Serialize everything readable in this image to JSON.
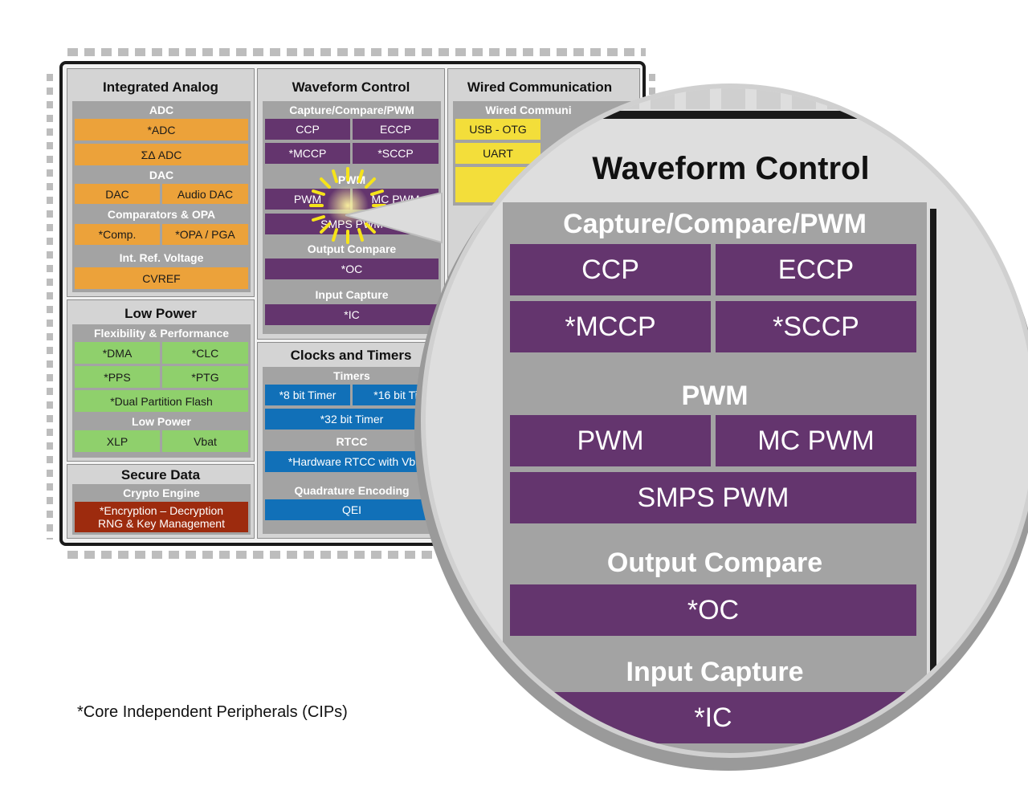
{
  "analog": {
    "title": "Integrated Analog",
    "adc_header": "ADC",
    "adc": "*ADC",
    "sigma_adc": "ΣΔ ADC",
    "dac_header": "DAC",
    "dac": "DAC",
    "audio_dac": "Audio DAC",
    "comp_header": "Comparators & OPA",
    "comp": "*Comp.",
    "opa": "*OPA / PGA",
    "ref_header": "Int. Ref. Voltage",
    "cvref": "CVREF"
  },
  "low_power": {
    "title": "Low Power",
    "flex_header": "Flexibility & Performance",
    "dma": "*DMA",
    "clc": "*CLC",
    "pps": "*PPS",
    "ptg": "*PTG",
    "dual_flash": "*Dual Partition Flash",
    "lp_header": "Low Power",
    "xlp": "XLP",
    "vbat": "Vbat"
  },
  "secure": {
    "title": "Secure Data",
    "crypto_header": "Crypto Engine",
    "crypto_line1": "*Encryption – Decryption",
    "crypto_line2": "RNG & Key Management"
  },
  "waveform": {
    "title": "Waveform Control",
    "ccp_header": "Capture/Compare/PWM",
    "ccp": "CCP",
    "eccp": "ECCP",
    "mccp": "*MCCP",
    "sccp": "*SCCP",
    "pwm_header": "PWM",
    "pwm": "PWM",
    "mc_pwm": "MC PWM",
    "smps_pwm": "SMPS PWM",
    "oc_header": "Output Compare",
    "oc": "*OC",
    "ic_header": "Input Capture",
    "ic": "*IC"
  },
  "clocks": {
    "title": "Clocks and Timers",
    "timers_header": "Timers",
    "t8": "*8 bit Timer",
    "t16": "*16 bit Ti",
    "t32": "*32 bit Timer",
    "rtcc_header": "RTCC",
    "rtcc": "*Hardware RTCC with Vb",
    "qe_header": "Quadrature Encoding",
    "qei": "QEI"
  },
  "wired": {
    "title": "Wired Communication",
    "sub_header": "Wired Communi",
    "usb": "USB - OTG",
    "uart": "UART"
  },
  "zoom": {
    "title": "Waveform Control",
    "ccp_header": "Capture/Compare/PWM",
    "ccp": "CCP",
    "eccp": "ECCP",
    "mccp": "*MCCP",
    "sccp": "*SCCP",
    "pwm_header": "PWM",
    "pwm": "PWM",
    "mc_pwm": "MC PWM",
    "smps_pwm": "SMPS PWM",
    "oc_header": "Output Compare",
    "oc": "*OC",
    "ic_header": "Input Capture",
    "ic": "*IC"
  },
  "footnote": "*Core Independent Peripherals (CIPs)",
  "colors": {
    "analog": "#eca23a",
    "waveform": "#64356e",
    "low_power": "#8fd06c",
    "timers": "#1170b8",
    "wired": "#f3de3a",
    "secure": "#9d2b0e"
  }
}
